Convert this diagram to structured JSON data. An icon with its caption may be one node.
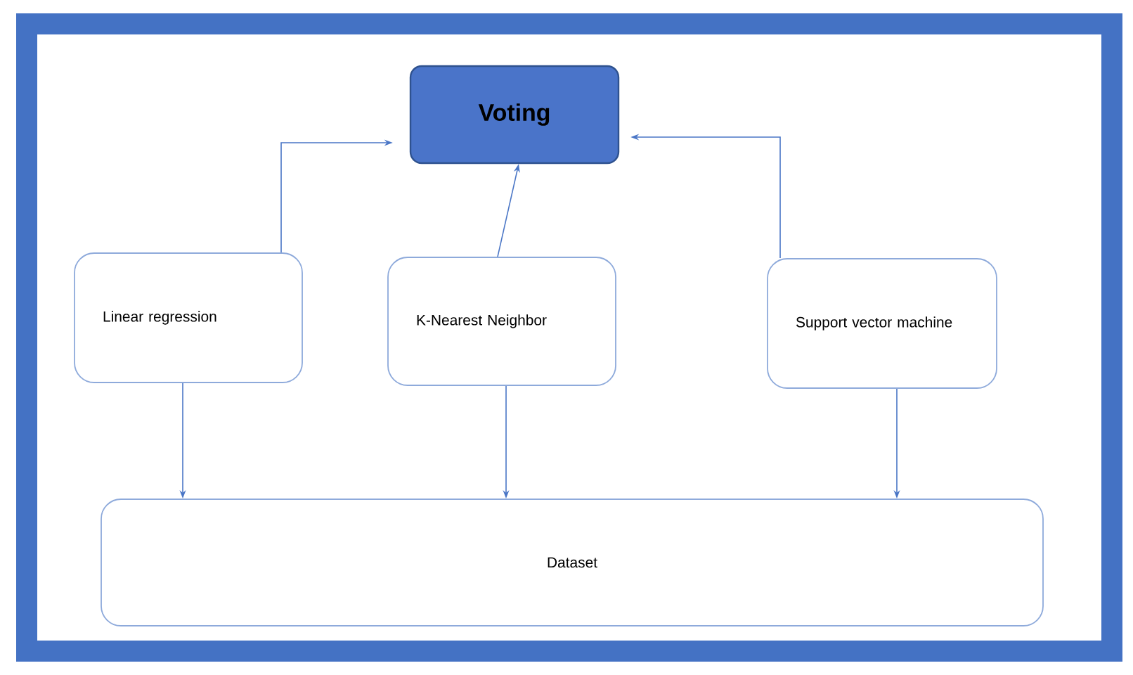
{
  "diagram": {
    "nodes": [
      {
        "text": [
          "Voting"
        ]
      },
      {
        "text": [
          "Linear regression"
        ]
      },
      {
        "text": [
          "K-Nearest Neighbor"
        ]
      },
      {
        "text": [
          "Support vector machine"
        ]
      },
      {
        "text": [
          "Dataset"
        ]
      }
    ],
    "edges": [
      {
        "from": 1,
        "to": 0,
        "arrow": "to"
      },
      {
        "from": 2,
        "to": 0,
        "arrow": "to"
      },
      {
        "from": 3,
        "to": 0,
        "arrow": "to"
      },
      {
        "from": 1,
        "to": 4,
        "arrow": "to"
      },
      {
        "from": 2,
        "to": 4,
        "arrow": "to"
      },
      {
        "from": 3,
        "to": 4,
        "arrow": "to"
      }
    ]
  }
}
